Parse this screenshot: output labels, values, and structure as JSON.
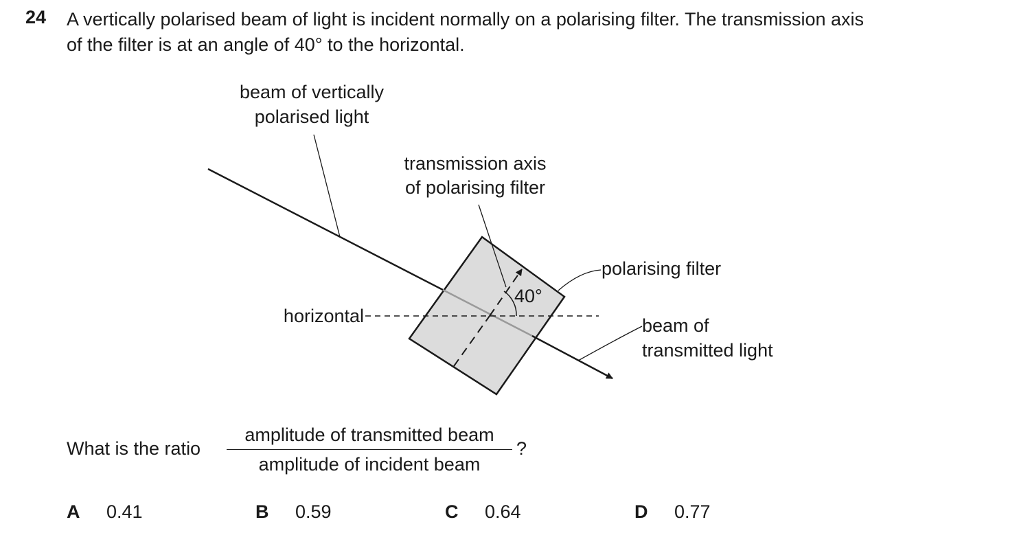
{
  "question": {
    "number": "24",
    "stem_line1": "A vertically polarised beam of light is incident normally on a polarising filter. The transmission axis",
    "stem_line2": "of the filter is at an angle of 40° to the horizontal."
  },
  "diagram": {
    "label_beam_incident_1": "beam of vertically",
    "label_beam_incident_2": "polarised light",
    "label_axis_1": "transmission axis",
    "label_axis_2": "of polarising filter",
    "label_filter": "polarising filter",
    "label_horizontal": "horizontal",
    "label_angle": "40°",
    "label_transmitted_1": "beam of",
    "label_transmitted_2": "transmitted light",
    "colors": {
      "filter_fill": "#dcdcdc",
      "ink": "#1a1a1a"
    }
  },
  "ratio": {
    "lead": "What is the ratio",
    "numerator": "amplitude of transmitted beam",
    "denominator": "amplitude of incident beam",
    "suffix": "?"
  },
  "options": [
    {
      "letter": "A",
      "value": "0.41"
    },
    {
      "letter": "B",
      "value": "0.59"
    },
    {
      "letter": "C",
      "value": "0.64"
    },
    {
      "letter": "D",
      "value": "0.77"
    }
  ]
}
